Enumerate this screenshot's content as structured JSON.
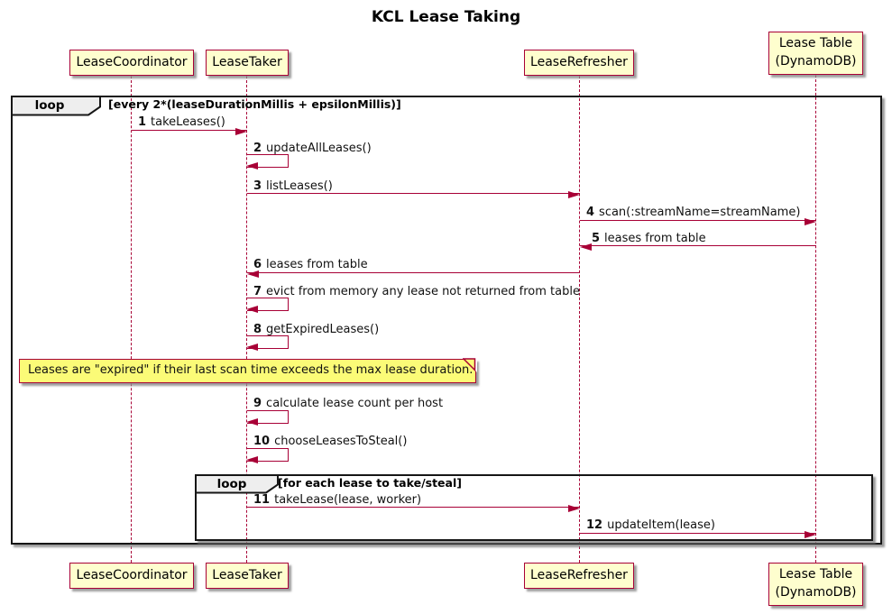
{
  "title": "KCL Lease Taking",
  "participants": [
    {
      "label": "LeaseCoordinator"
    },
    {
      "label": "LeaseTaker"
    },
    {
      "label": "LeaseRefresher"
    },
    {
      "label": "Lease Table\n(DynamoDB)"
    }
  ],
  "loops": {
    "outer": {
      "keyword": "loop",
      "condition": "[every 2*(leaseDurationMillis + epsilonMillis)]"
    },
    "inner": {
      "keyword": "loop",
      "condition": "[for each lease to take/steal]"
    }
  },
  "note": {
    "text": "Leases are \"expired\" if their last scan time exceeds the max lease duration."
  },
  "messages": [
    {
      "num": "1",
      "text": "takeLeases()"
    },
    {
      "num": "2",
      "text": "updateAllLeases()"
    },
    {
      "num": "3",
      "text": "listLeases()"
    },
    {
      "num": "4",
      "text": "scan(:streamName=streamName)"
    },
    {
      "num": "5",
      "text": "leases from table"
    },
    {
      "num": "6",
      "text": "leases from table"
    },
    {
      "num": "7",
      "text": "evict from memory any lease not returned from table"
    },
    {
      "num": "8",
      "text": "getExpiredLeases()"
    },
    {
      "num": "9",
      "text": "calculate lease count per host"
    },
    {
      "num": "10",
      "text": "chooseLeasesToSteal()"
    },
    {
      "num": "11",
      "text": "takeLease(lease, worker)"
    },
    {
      "num": "12",
      "text": "updateItem(lease)"
    }
  ],
  "colors": {
    "participant_fill": "#FEFECE",
    "participant_border": "#A80036",
    "lifeline": "#A80036",
    "arrow": "#A80036",
    "note_fill": "#FBFB77",
    "frame_border": "#161616",
    "pentagon_fill": "#EEEEEE",
    "background": "#FFFFFF"
  }
}
